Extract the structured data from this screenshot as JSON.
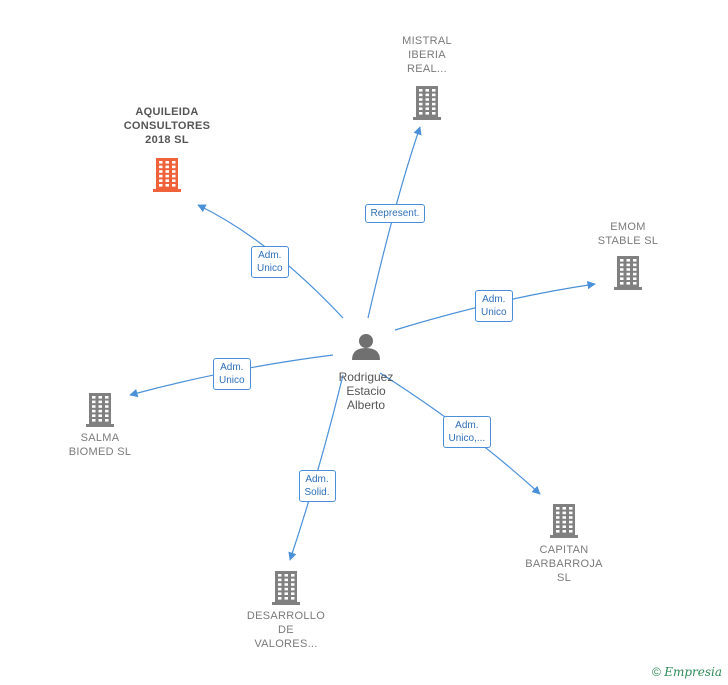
{
  "colors": {
    "edge": "#4a90d9",
    "building": "#808080",
    "building_focus": "#f0623a",
    "person": "#707070"
  },
  "center": {
    "name_lines": [
      "Rodriguez",
      "Estacio",
      "Alberto"
    ],
    "icon": "person-icon"
  },
  "companies": [
    {
      "id": "aquileida",
      "lines": [
        "AQUILEIDA",
        "CONSULTORES",
        "2018  SL"
      ],
      "focus": true,
      "icon": "building-icon"
    },
    {
      "id": "mistral",
      "lines": [
        "MISTRAL",
        "IBERIA",
        "REAL..."
      ],
      "focus": false,
      "icon": "building-icon"
    },
    {
      "id": "emom",
      "lines": [
        "EMOM",
        "STABLE  SL"
      ],
      "focus": false,
      "icon": "building-icon"
    },
    {
      "id": "salma",
      "lines": [
        "SALMA",
        "BIOMED SL"
      ],
      "focus": false,
      "icon": "building-icon"
    },
    {
      "id": "capitan",
      "lines": [
        "CAPITAN",
        "BARBARROJA",
        "SL"
      ],
      "focus": false,
      "icon": "building-icon"
    },
    {
      "id": "desarrollo",
      "lines": [
        "DESARROLLO",
        "DE",
        "VALORES..."
      ],
      "focus": false,
      "icon": "building-icon"
    }
  ],
  "edges": [
    {
      "to": "aquileida",
      "label": [
        "Adm.",
        "Unico"
      ]
    },
    {
      "to": "mistral",
      "label": [
        "Represent."
      ]
    },
    {
      "to": "emom",
      "label": [
        "Adm.",
        "Unico"
      ]
    },
    {
      "to": "salma",
      "label": [
        "Adm.",
        "Unico"
      ]
    },
    {
      "to": "capitan",
      "label": [
        "Adm.",
        "Unico,..."
      ]
    },
    {
      "to": "desarrollo",
      "label": [
        "Adm.",
        "Solid."
      ]
    }
  ],
  "footer": {
    "copyright_symbol": "©",
    "brand": "Empresia"
  }
}
